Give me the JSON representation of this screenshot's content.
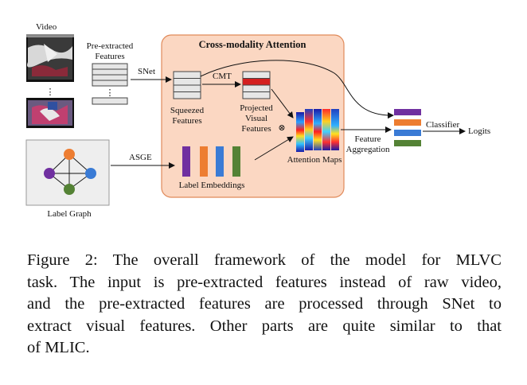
{
  "figure": {
    "labels": {
      "video": "Video",
      "pre_extracted": [
        "Pre-extracted",
        "Features"
      ],
      "snet": "SNet",
      "cross_modality": "Cross-modality Attention",
      "cmt": "CMT",
      "squeezed": [
        "Squeezed",
        "Features"
      ],
      "projected": [
        "Projected",
        "Visual",
        "Features"
      ],
      "attention_maps": "Attention Maps",
      "feature_aggregation": [
        "Feature",
        "Aggregation"
      ],
      "classifier": "Classifier",
      "logits": "Logits",
      "asge": "ASGE",
      "label_embeddings": "Label Embeddings",
      "label_graph": "Label Graph",
      "dots": "⋮",
      "otimes": "⊗"
    },
    "colors": {
      "attention_panel": "#fbd7c2",
      "attention_border": "#e08a5a",
      "purple": "#7030a0",
      "orange": "#ed7d31",
      "blue": "#3a7bd5",
      "green": "#548235",
      "red_stripe": "#d42020"
    }
  },
  "caption": {
    "lines": [
      "Figure 2: The overall framework of the model for MLVC",
      "task. The input is pre-extracted features instead of raw video,",
      "and the pre-extracted features are processed through SNet to",
      "extract visual features. Other parts are quite similar to that",
      "of MLIC."
    ]
  }
}
